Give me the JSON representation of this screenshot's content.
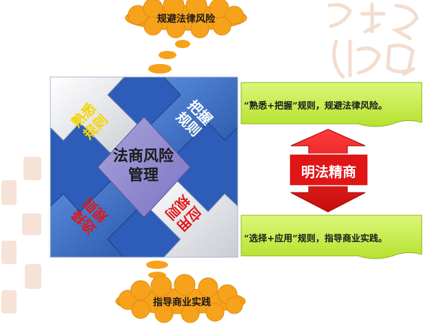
{
  "cloud_top": "规避法律风险",
  "cloud_bottom": "指导商业实践",
  "center": {
    "line1": "法商风险",
    "line2": "管理"
  },
  "arrows": {
    "top_left": "熟悉\n规则",
    "top_right": "把握\n规则",
    "bottom_left": "选择\n规则",
    "bottom_right": "应用\n规则"
  },
  "right_box_top": "“熟悉+把握”规则，规避法律风险。",
  "right_box_bottom": "“选择+应用”规则，指导商业实践。",
  "red_banner": "明法精商",
  "colors": {
    "blue_arrow": "#3d6fc4",
    "purple_center": "#8e86cc",
    "green_box": "#c9f04a",
    "cloud": "#f7a21b",
    "red": "#e01616"
  }
}
